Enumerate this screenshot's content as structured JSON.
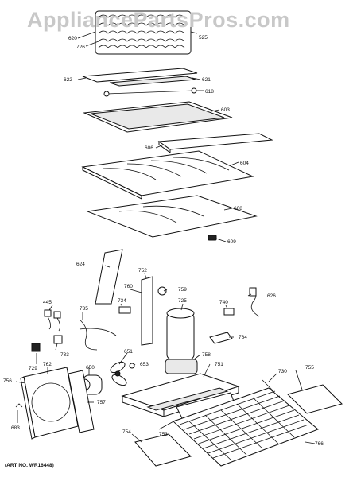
{
  "watermark": "AppliancePartsPros.com",
  "art_number": "(ART NO. WR16448)",
  "callouts": [
    "620",
    "726",
    "525",
    "622",
    "621",
    "618",
    "603",
    "606",
    "604",
    "608",
    "609",
    "624",
    "752",
    "760",
    "759",
    "626",
    "445",
    "735",
    "734",
    "725",
    "740",
    "764",
    "733",
    "651",
    "653",
    "758",
    "751",
    "729",
    "762",
    "650",
    "730",
    "755",
    "756",
    "757",
    "683",
    "754",
    "753",
    "766"
  ]
}
